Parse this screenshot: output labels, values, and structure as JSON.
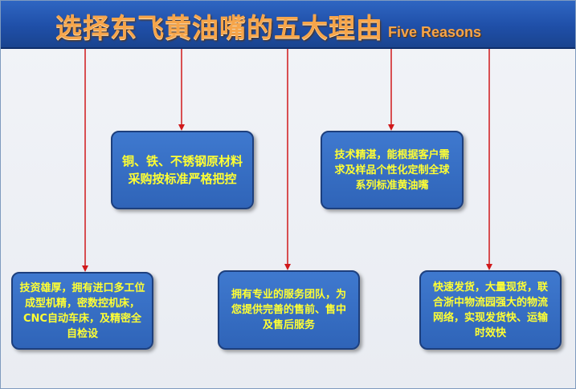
{
  "header": {
    "title": "选择东飞黄油嘴的五大理由",
    "subtitle": "Five Reasons"
  },
  "reasons": [
    {
      "text": "铜、铁、不锈钢原材料采购按标准严格把控"
    },
    {
      "text": "技术精湛，能根据客户需求及样品个性化定制全球系列标准黄油嘴"
    },
    {
      "text": "技资雄厚，拥有进口多工位成型机精，密数控机床，CNC自动车床，及精密全自检设"
    },
    {
      "text": "拥有专业的服务团队，为您提供完善的售前、售中及售后服务"
    },
    {
      "text": "快速发货，大量现货，联合浙中物流园强大的物流网络，实现发货快、运输时效快"
    }
  ],
  "colors": {
    "header_bg": "#1f4fa8",
    "title_text": "#f6a54a",
    "box_bg": "#2f64b8",
    "box_text": "#ffff33",
    "arrow": "#d0191b"
  }
}
